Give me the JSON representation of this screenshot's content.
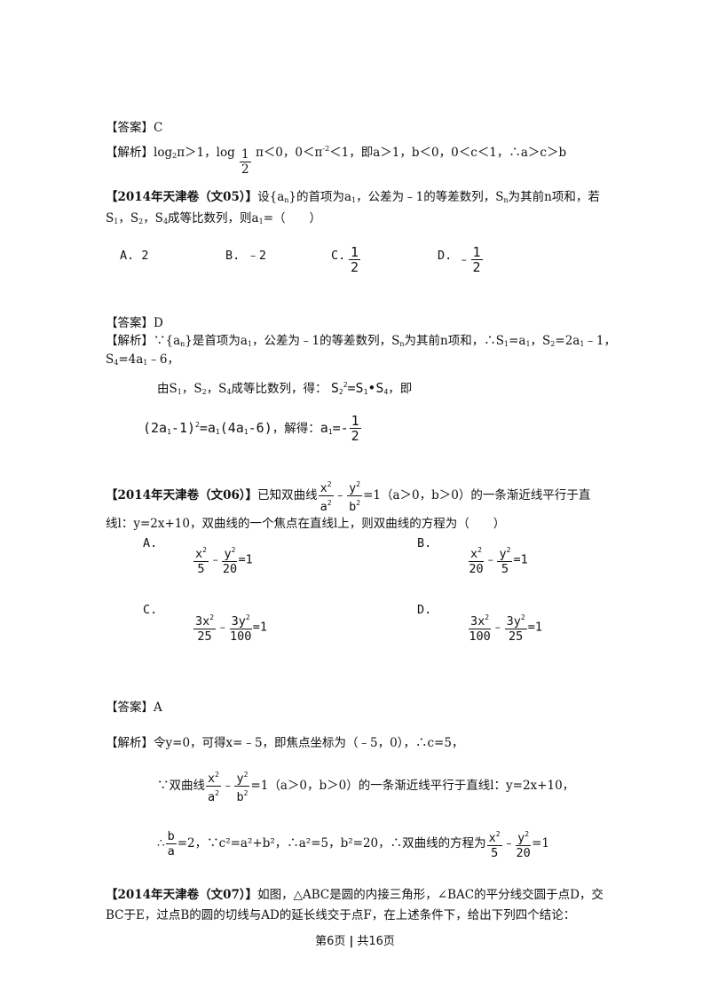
{
  "q5_prev_answer": {
    "answer_label": "【答案】",
    "answer_value": "C",
    "analysis_label": "【解析】",
    "analysis_a": "log",
    "analysis_a_sub": "2",
    "analysis_b": "π＞1，log",
    "half_num": "1",
    "half_den": "2",
    "analysis_c": "π＜0，0＜π",
    "analysis_c_sup": "-2",
    "analysis_d": "＜1，即a＞1，b＜0，0＜c＜1，∴a＞c＞b"
  },
  "q05": {
    "title": "【2014年天津卷（文05）】",
    "text_line1": "设{a",
    "text_line1_b": "}的首项为a",
    "text_line1_c": "，公差为﹣1的等差数列，S",
    "text_line1_d": "为其前n项和，若",
    "text_line2": "S",
    "text_line2_b": "，S",
    "text_line2_c": "，S",
    "text_line2_d": "成等比数列，则a",
    "text_line2_e": "=（　　）",
    "opt_a": "A. 2",
    "opt_b": "B. ﹣2",
    "opt_c": "C.",
    "opt_d": "D.",
    "frac_num": "1",
    "frac_den": "2",
    "neg": "﹣"
  },
  "q05_answer": {
    "answer_label": "【答案】",
    "answer_value": "D",
    "analysis_label": "【解析】",
    "line1": "∵{a",
    "line1_b": "}是首项为a",
    "line1_c": "，公差为﹣1的等差数列，S",
    "line1_d": "为其前n项和，∴S",
    "line1_e": "=a",
    "line1_f": "，S",
    "line1_g": "=2a",
    "line1_h": "﹣1，",
    "line2": "S",
    "line2_b": "=4a",
    "line2_c": "﹣6，",
    "line3": "由S",
    "line3_b": "，S",
    "line3_c": "，S",
    "line3_d": "成等比数列，得：",
    "line3_eq": "S",
    "line3_eq_b": "=S",
    "line3_eq_c": "•S",
    "line3_tail": "，即",
    "line4_a": "(2a",
    "line4_b": "-1)",
    "line4_c": "=a",
    "line4_d": "(4a",
    "line4_e": "-6)",
    "line4_f": "，解得：",
    "line4_g": "a",
    "line4_h": "=-"
  },
  "q06": {
    "title": "【2014年天津卷（文06）】",
    "text_a": "已知双曲线",
    "text_b": "=1（a＞0，b＞0）的一条渐近线平行于直",
    "text_line2": "线l：y=2x+10，双曲线的一个焦点在直线l上，则双曲线的方程为（　　）",
    "opt_a": "A.",
    "opt_b": "B.",
    "opt_c": "C.",
    "opt_d": "D.",
    "a_x_den": "5",
    "a_y_den": "20",
    "b_x_den": "20",
    "b_y_den": "5",
    "c_x_num": "3x",
    "c_x_den": "25",
    "c_y_num": "3y",
    "c_y_den": "100",
    "d_x_num": "3x",
    "d_x_den": "100",
    "d_y_num": "3y",
    "d_y_den": "25",
    "eq_one": "=1",
    "minus": "﹣"
  },
  "q06_answer": {
    "answer_label": "【答案】",
    "answer_value": "A",
    "analysis_label": "【解析】",
    "line1": "令y=0，可得x=﹣5，即焦点坐标为（﹣5，0），∴c=5，",
    "line2_a": "∵双曲线",
    "line2_b": "=1（a＞0，b＞0）的一条渐近线平行于直线l：y=2x+10，",
    "line3_a": "∴",
    "line3_b": "=2，∵c²=a²+b²，∴a²=5，b²=20，∴双曲线的方程为",
    "line3_c": "=1"
  },
  "q07": {
    "title": "【2014年天津卷（文07）】",
    "line1": "如图，△ABC是圆的内接三角形，∠BAC的平分线交圆于点D，交",
    "line2": "BC于E，过点B的圆的切线与AD的延长线交于点F，在上述条件下，给出下列四个结论："
  },
  "footer": {
    "page": "第6页",
    "sep": "|",
    "total": "共16页"
  }
}
